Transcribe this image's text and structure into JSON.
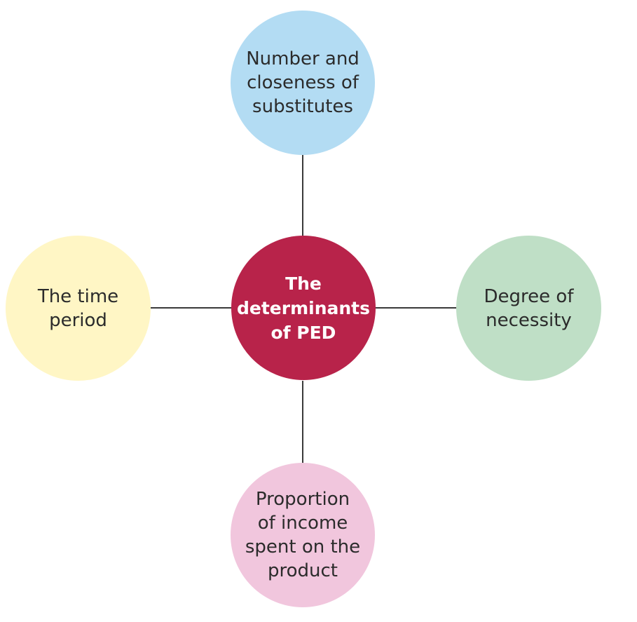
{
  "diagram": {
    "center": {
      "label": "The\ndeterminants\nof PED",
      "color": "#b8234a"
    },
    "nodes": [
      {
        "id": "top",
        "label": "Number and\ncloseness of\nsubstitutes",
        "color": "#b3dcf3"
      },
      {
        "id": "left",
        "label": "The time\nperiod",
        "color": "#fff6c5"
      },
      {
        "id": "right",
        "label": "Degree of\nnecessity",
        "color": "#bfdfc6"
      },
      {
        "id": "bottom",
        "label": "Proportion\nof income\nspent on the\nproduct",
        "color": "#f1c6dd"
      }
    ]
  }
}
